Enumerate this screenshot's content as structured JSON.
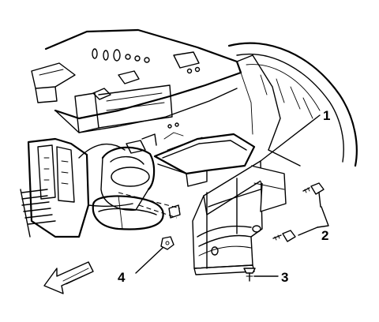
{
  "callouts": [
    {
      "id": "callout-1",
      "label": "1"
    },
    {
      "id": "callout-2",
      "label": "2"
    },
    {
      "id": "callout-3",
      "label": "3"
    },
    {
      "id": "callout-4",
      "label": "4"
    }
  ],
  "direction_arrow": {
    "icon": "front-direction-arrow-icon"
  },
  "colors": {
    "ink": "#000000",
    "paper": "#ffffff"
  }
}
